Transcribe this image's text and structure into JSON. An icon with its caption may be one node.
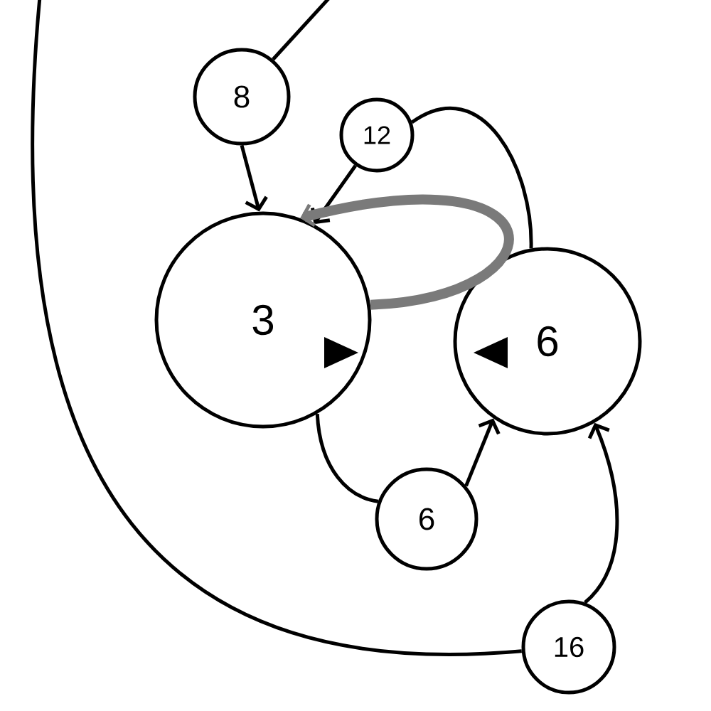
{
  "diagram": {
    "nodes": [
      {
        "text": [
          "8"
        ]
      },
      {
        "text": [
          "12"
        ]
      },
      {
        "text": [
          "3"
        ]
      },
      {
        "text": [
          "6"
        ]
      },
      {
        "text": [
          "6"
        ]
      },
      {
        "text": [
          "16"
        ]
      }
    ],
    "edges": [
      {
        "from": 0,
        "to": null,
        "arrow": "none"
      },
      {
        "from": null,
        "to": 5,
        "arrow": "none"
      },
      {
        "from": 0,
        "to": 2,
        "arrow": "to"
      },
      {
        "from": 1,
        "to": 2,
        "arrow": "to"
      },
      {
        "from": 2,
        "to": 2,
        "arrow": "to",
        "style": "thick",
        "color": "#7a7a7a"
      },
      {
        "from": 1,
        "to": 3,
        "arrow": "none"
      },
      {
        "from": 2,
        "to": 4,
        "arrow": "none"
      },
      {
        "from": 4,
        "to": 3,
        "arrow": "to"
      },
      {
        "from": 5,
        "to": 3,
        "arrow": "to"
      }
    ]
  }
}
